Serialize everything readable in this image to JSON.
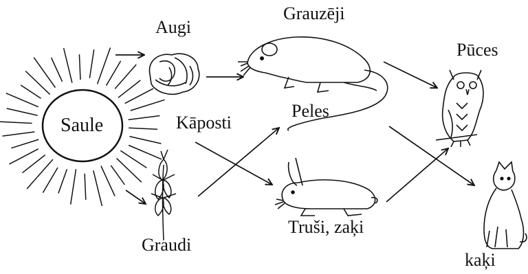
{
  "labels": {
    "sun": "Saule",
    "plants": "Augi",
    "rodents": "Grauzēji",
    "owls": "Pūces",
    "cabbage": "Kāposti",
    "mice": "Peles",
    "grain": "Graudi",
    "rabbits": "Truši, zaķi",
    "cats": "kaķi"
  },
  "colors": {
    "ink": "#111111",
    "background": "#ffffff"
  },
  "icons": [
    "sun-icon",
    "cabbage-icon",
    "mouse-icon",
    "wheat-icon",
    "rabbit-icon",
    "owl-icon",
    "cat-icon"
  ]
}
